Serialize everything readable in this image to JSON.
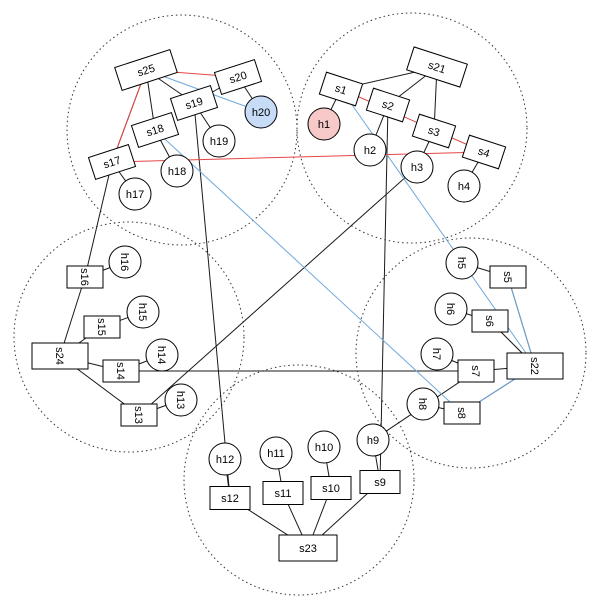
{
  "diagram": {
    "switch_labels": {
      "s1": "s1",
      "s2": "s2",
      "s3": "s3",
      "s4": "s4",
      "s5": "s5",
      "s6": "s6",
      "s7": "s7",
      "s8": "s8",
      "s9": "s9",
      "s10": "s10",
      "s11": "s11",
      "s12": "s12",
      "s13": "s13",
      "s14": "s14",
      "s15": "s15",
      "s16": "s16",
      "s17": "s17",
      "s18": "s18",
      "s19": "s19",
      "s20": "s20",
      "s21": "s21",
      "s22": "s22",
      "s23": "s23",
      "s24": "s24",
      "s25": "s25"
    },
    "host_labels": {
      "h1": "h1",
      "h2": "h2",
      "h3": "h3",
      "h4": "h4",
      "h5": "h5",
      "h6": "h6",
      "h7": "h7",
      "h8": "h8",
      "h9": "h9",
      "h10": "h10",
      "h11": "h11",
      "h12": "h12",
      "h13": "h13",
      "h14": "h14",
      "h15": "h15",
      "h16": "h16",
      "h17": "h17",
      "h18": "h18",
      "h19": "h19",
      "h20": "h20"
    },
    "highlight_colors": {
      "h1": "#f8c9c9",
      "h20": "#c6dcf7",
      "red_path": "#e64545",
      "blue_path": "#6fa8dc"
    }
  }
}
